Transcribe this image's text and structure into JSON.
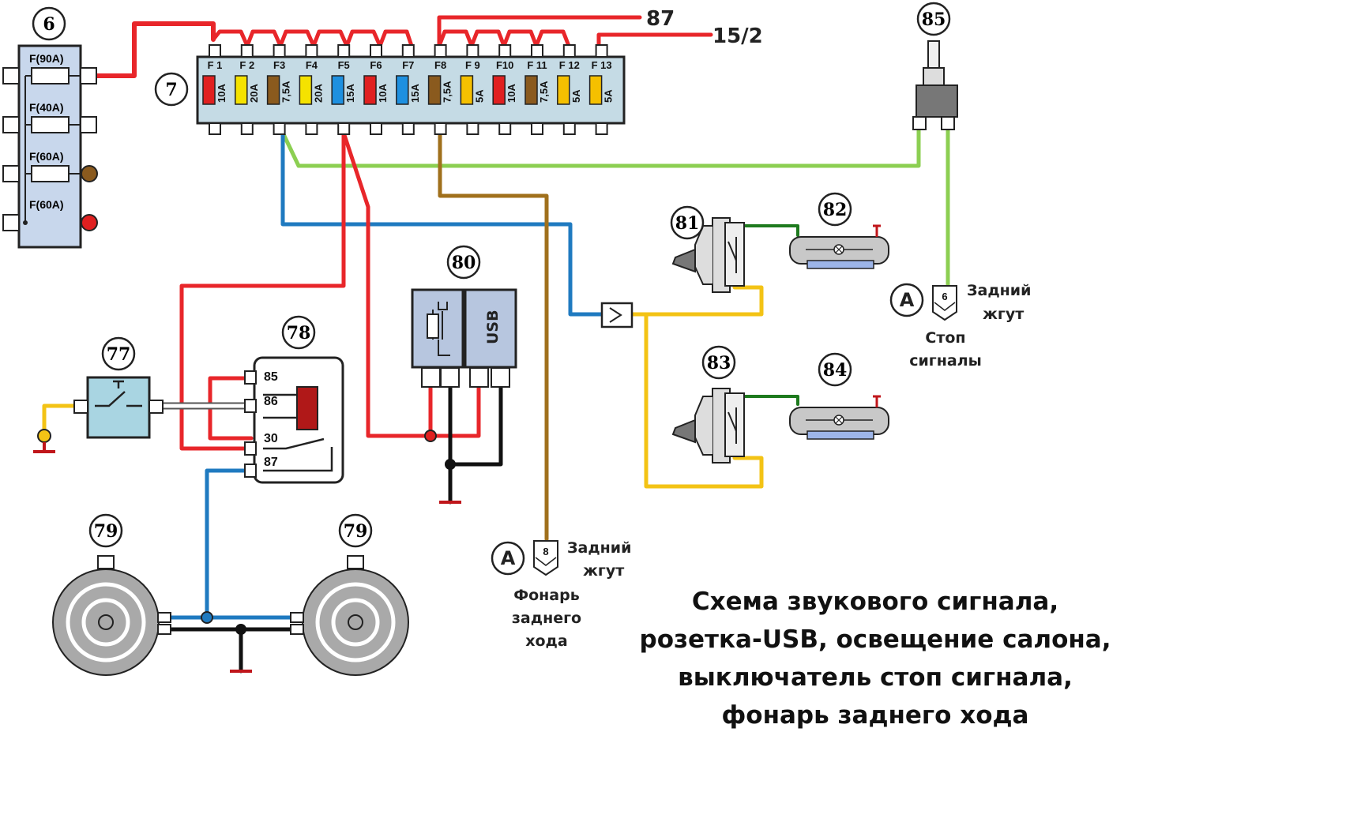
{
  "title_lines": [
    "Схема звукового сигнала,",
    "розетка-USB, освещение салона,",
    "выключатель стоп сигнала,",
    "фонарь заднего  хода"
  ],
  "components": {
    "n6": "6",
    "n7": "7",
    "n77": "77",
    "n78": "78",
    "n79a": "79",
    "n79b": "79",
    "n80": "80",
    "n81": "81",
    "n82": "82",
    "n83": "83",
    "n84": "84",
    "n85": "85"
  },
  "wire_labels": {
    "w87": "87",
    "w152": "15/2"
  },
  "main_fuses": [
    "F(90A)",
    "F(40A)",
    "F(60A)",
    "F(60A)"
  ],
  "fuses": [
    {
      "name": "F 1",
      "rating": "10A",
      "color": "#e02020"
    },
    {
      "name": "F 2",
      "rating": "20A",
      "color": "#f5e200"
    },
    {
      "name": "F3",
      "rating": "7,5A",
      "color": "#8a5a1e"
    },
    {
      "name": "F4",
      "rating": "20A",
      "color": "#f5e200"
    },
    {
      "name": "F5",
      "rating": "15A",
      "color": "#1e90e0"
    },
    {
      "name": "F6",
      "rating": "10A",
      "color": "#e02020"
    },
    {
      "name": "F7",
      "rating": "15A",
      "color": "#1e90e0"
    },
    {
      "name": "F8",
      "rating": "7,5A",
      "color": "#8a5a1e"
    },
    {
      "name": "F 9",
      "rating": "5A",
      "color": "#f5c000"
    },
    {
      "name": "F10",
      "rating": "10A",
      "color": "#e02020"
    },
    {
      "name": "F 11",
      "rating": "7,5A",
      "color": "#8a5a1e"
    },
    {
      "name": "F 12",
      "rating": "5A",
      "color": "#f5c000"
    },
    {
      "name": "F 13",
      "rating": "5A",
      "color": "#f5c000"
    }
  ],
  "relay_pins": [
    "85",
    "86",
    "30",
    "87"
  ],
  "usb_label": "USB",
  "connector_a": {
    "letter": "A",
    "pin_rear": "8",
    "pin_stop": "6",
    "harness": [
      "Задний",
      "жгут"
    ],
    "rear_light": [
      "Фонарь",
      "заднего",
      "хода"
    ],
    "stop": [
      "Стоп",
      "сигналы"
    ]
  },
  "wire_colors": {
    "red": "#e8262a",
    "blue": "#1f7ac0",
    "green": "#8ccf52",
    "brown": "#a0701c",
    "yellow": "#f3c315",
    "black": "#111111",
    "dark_green": "#1e7a1e",
    "panel": "#c5dbe5",
    "block": "#c8d7ec"
  }
}
